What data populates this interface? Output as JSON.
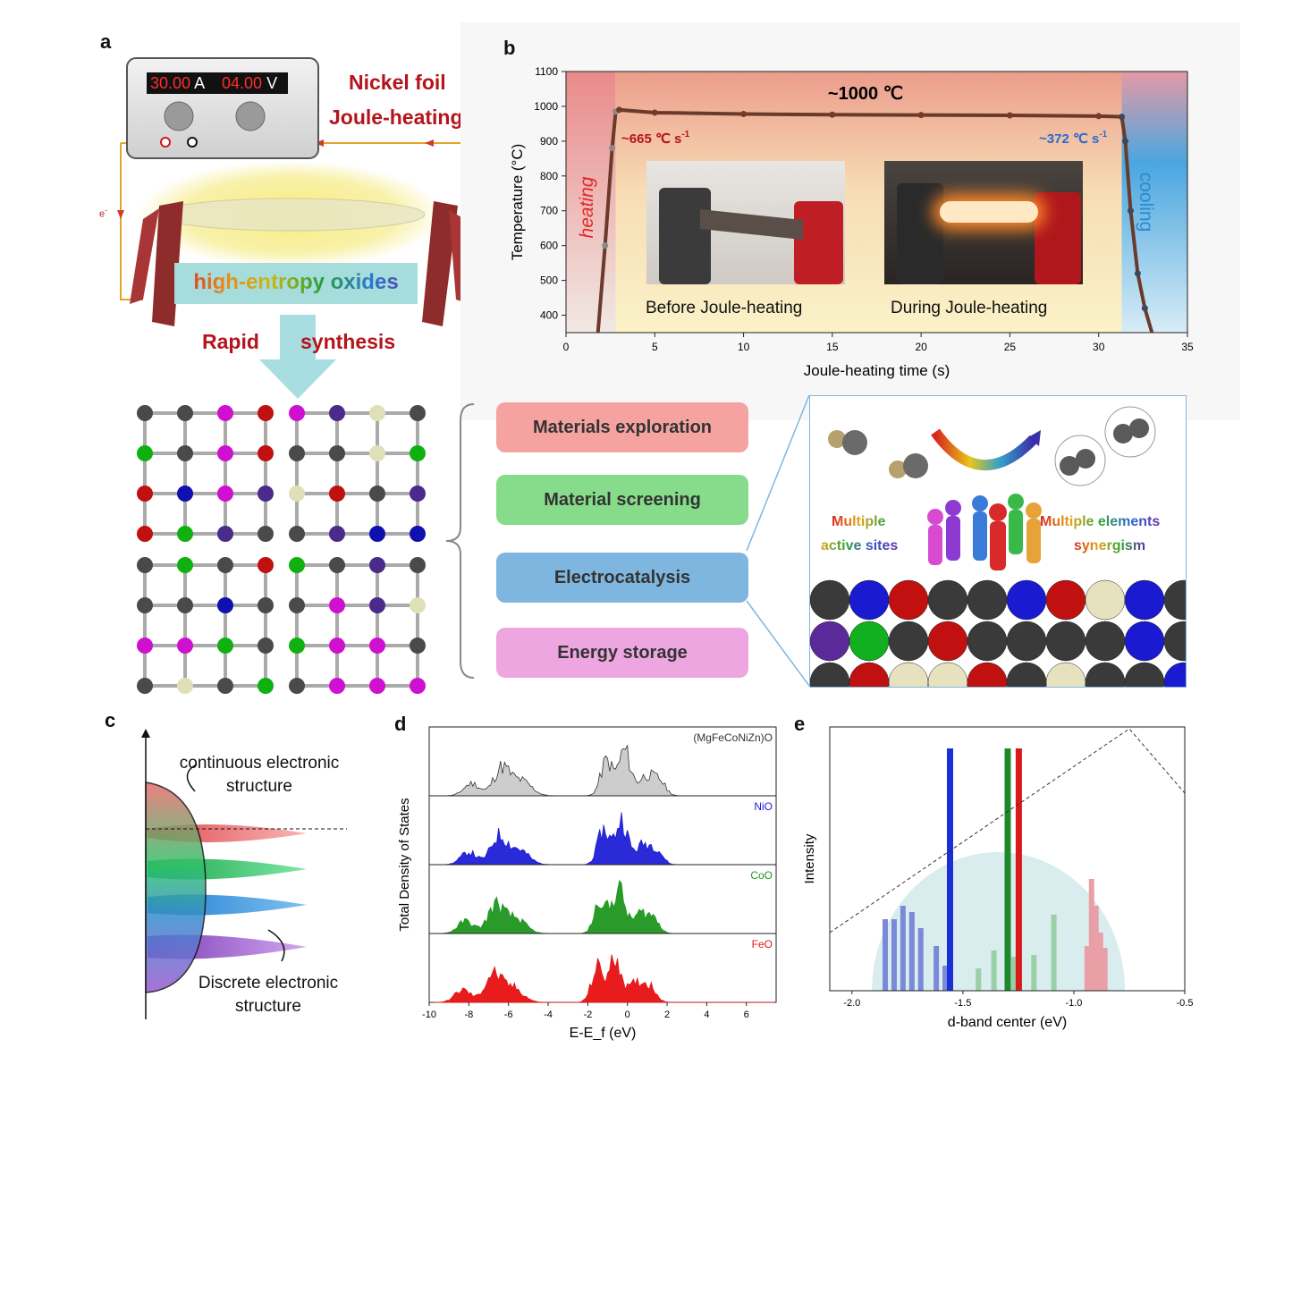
{
  "panels": {
    "a": "a",
    "b": "b",
    "c": "c",
    "d": "d",
    "e": "e"
  },
  "panel_a": {
    "current": "30.00",
    "current_unit": "A",
    "voltage": "04.00",
    "voltage_unit": "V",
    "foil_line1": "Nickel foil",
    "foil_line2": "Joule-heating",
    "electron": "e",
    "hea_label": "high-entropy oxides",
    "rapid": "Rapid",
    "synthesis": "synthesis"
  },
  "panel_b": {
    "plateau_label": "~1000 ℃",
    "heat_rate": "~665 ℃ s",
    "cool_rate": "~372 ℃ s",
    "rate_exp": "-1",
    "heating": "heating",
    "cooling": "cooling",
    "before_label": "Before Joule-heating",
    "during_label": "During Joule-heating"
  },
  "applications": [
    "Materials exploration",
    "Material screening",
    "Electrocatalysis",
    "Energy storage"
  ],
  "app_colors": [
    "#f5a3a0",
    "#86dc8a",
    "#7fb6df",
    "#eda6e0"
  ],
  "panel_right": {
    "multiple_sites_1": "Multiple",
    "multiple_sites_2": "active sites",
    "multiple_elem_1": "Multiple elements",
    "multiple_elem_2": "synergism"
  },
  "panel_c": {
    "continuous": "continuous electronic structure",
    "discrete": "Discrete electronic structure"
  },
  "panel_d": {
    "series_labels": [
      "(MgFeCoNiZn)O",
      "NiO",
      "CoO",
      "FeO"
    ],
    "series_colors": [
      "#333333",
      "#1a1ad6",
      "#1c9a1c",
      "#e11818"
    ]
  },
  "chart_data": [
    {
      "type": "line",
      "xlabel": "Joule-heating time (s)",
      "ylabel": "Temperature (°C)",
      "xlim": [
        0,
        35
      ],
      "ylim": [
        350,
        1100
      ],
      "xticks": [
        0,
        5,
        10,
        15,
        20,
        25,
        30,
        35
      ],
      "yticks": [
        400,
        500,
        600,
        700,
        800,
        900,
        1000,
        1100
      ],
      "series": [
        {
          "x": [
            1.8,
            2.2,
            2.6,
            2.8,
            3,
            5,
            10,
            15,
            20,
            25,
            30,
            31.3,
            31.5,
            31.8,
            32.2,
            32.6,
            33
          ],
          "y": [
            350,
            600,
            880,
            985,
            990,
            982,
            978,
            976,
            975,
            974,
            972,
            970,
            900,
            700,
            520,
            420,
            350
          ]
        }
      ]
    },
    {
      "type": "area",
      "xlabel": "E-E_f (eV)",
      "ylabel": "Total Density of States",
      "xlim": [
        -10,
        7.5
      ],
      "xticks": [
        -10,
        -8,
        -6,
        -4,
        -2,
        0,
        2,
        4,
        6
      ]
    },
    {
      "type": "bar",
      "xlabel": "d-band center (eV)",
      "ylabel": "Intensity",
      "xlim": [
        -2.1,
        -0.5
      ],
      "xticks": [
        -2.0,
        -1.5,
        -1.0,
        -0.5
      ],
      "bars": [
        {
          "x": -1.56,
          "color": "#1a2fd6",
          "height": 1.0
        },
        {
          "x": -1.3,
          "color": "#1c8a2c",
          "height": 1.0
        },
        {
          "x": -1.25,
          "color": "#d81a1a",
          "height": 1.0
        }
      ]
    }
  ]
}
